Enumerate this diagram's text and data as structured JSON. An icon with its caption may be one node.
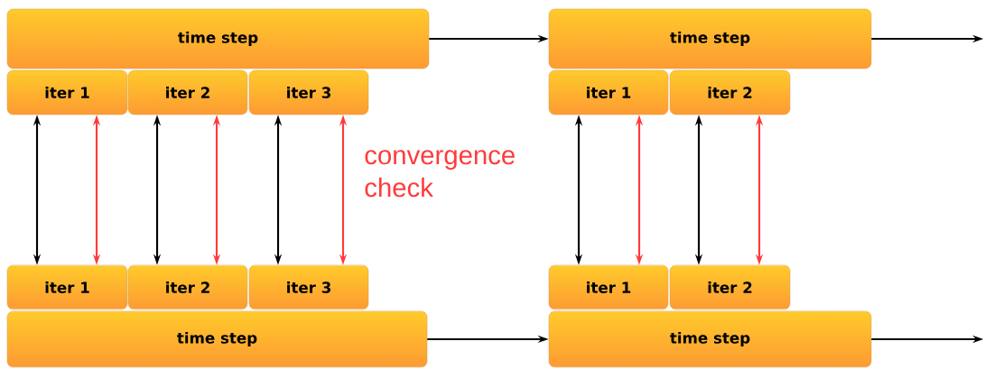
{
  "diagram": {
    "nodes": [
      {
        "text": [
          "time step"
        ]
      },
      {
        "text": [
          "time step"
        ]
      },
      {
        "text": [
          "iter 1"
        ]
      },
      {
        "text": [
          "iter 2"
        ]
      },
      {
        "text": [
          "iter 3"
        ]
      },
      {
        "text": [
          "iter 1"
        ]
      },
      {
        "text": [
          "iter 2"
        ]
      },
      {
        "text": [
          "iter 1"
        ]
      },
      {
        "text": [
          "iter 2"
        ]
      },
      {
        "text": [
          "iter 3"
        ]
      },
      {
        "text": [
          "iter 1"
        ]
      },
      {
        "text": [
          "iter 2"
        ]
      },
      {
        "text": [
          "time step"
        ]
      },
      {
        "text": [
          "time step"
        ]
      }
    ],
    "edges": [
      {
        "from": 0,
        "to": 1,
        "arrow": "to"
      },
      {
        "from": 1,
        "to": null,
        "arrow": "to"
      },
      {
        "from": 2,
        "to": 7,
        "arrow": "both"
      },
      {
        "from": 2,
        "to": 7,
        "arrow": "both",
        "color": "#ff3b3b"
      },
      {
        "from": 3,
        "to": 8,
        "arrow": "both"
      },
      {
        "from": 3,
        "to": 8,
        "arrow": "both",
        "color": "#ff3b3b"
      },
      {
        "from": 4,
        "to": 9,
        "arrow": "both"
      },
      {
        "from": 4,
        "to": 9,
        "arrow": "both",
        "color": "#ff3b3b"
      },
      {
        "from": 5,
        "to": 10,
        "arrow": "both"
      },
      {
        "from": 5,
        "to": 10,
        "arrow": "both",
        "color": "#ff3b3b"
      },
      {
        "from": 6,
        "to": 11,
        "arrow": "both"
      },
      {
        "from": 6,
        "to": 11,
        "arrow": "both",
        "color": "#ff3b3b"
      },
      {
        "from": 12,
        "to": 13,
        "arrow": "to"
      },
      {
        "from": 13,
        "to": null,
        "arrow": "to"
      }
    ],
    "labels": [
      "convergence check"
    ]
  }
}
